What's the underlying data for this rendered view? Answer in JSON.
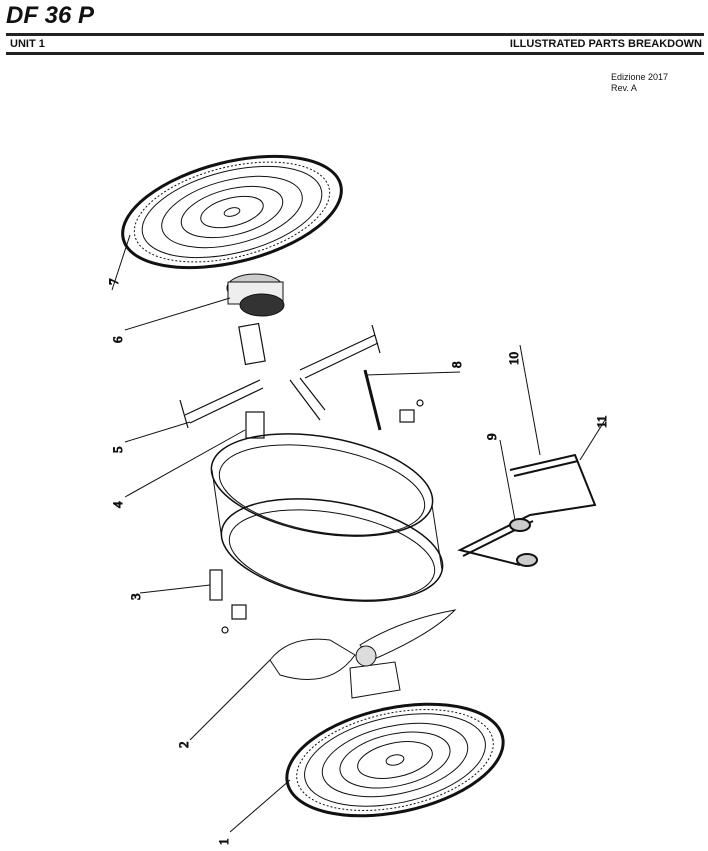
{
  "header": {
    "title": "DF 36 P",
    "unit": "UNIT 1",
    "section": "ILLUSTRATED PARTS BREAKDOWN",
    "edition": "Edizione 2017",
    "revision": "Rev. A"
  },
  "callouts": [
    "1",
    "2",
    "3",
    "4",
    "5",
    "6",
    "7",
    "8",
    "9",
    "10",
    "11"
  ]
}
